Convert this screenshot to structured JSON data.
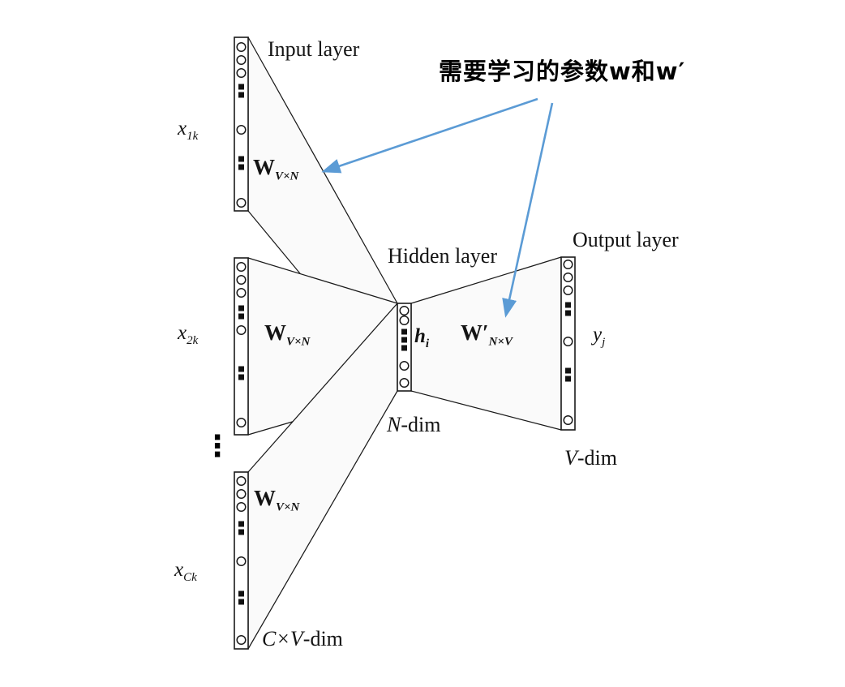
{
  "annotation": {
    "text": "需要学习的参数w和w′"
  },
  "labels": {
    "input_layer": "Input layer",
    "hidden_layer": "Hidden layer",
    "output_layer": "Output layer",
    "ellipsis": "⋮"
  },
  "dims": {
    "input": {
      "var": "C×V",
      "suffix": "-dim"
    },
    "hidden": {
      "var": "N",
      "suffix": "-dim"
    },
    "output": {
      "var": "V",
      "suffix": "-dim"
    }
  },
  "math": {
    "x1": {
      "base": "x",
      "sub": "1k"
    },
    "x2": {
      "base": "x",
      "sub": "2k"
    },
    "xC": {
      "base": "x",
      "sub": "Ck"
    },
    "w1": {
      "base": "W",
      "sub": "V×N"
    },
    "w2": {
      "base": "W",
      "sub": "V×N"
    },
    "w3": {
      "base": "W",
      "sub": "V×N"
    },
    "wp": {
      "base": "W′",
      "sub": "N×V"
    },
    "h": {
      "base": "h",
      "sub": "i"
    },
    "y": {
      "base": "y",
      "sub": "j"
    }
  },
  "colors": {
    "arrow_blue": "#5b9bd5",
    "line_black": "#1a1a1a"
  }
}
